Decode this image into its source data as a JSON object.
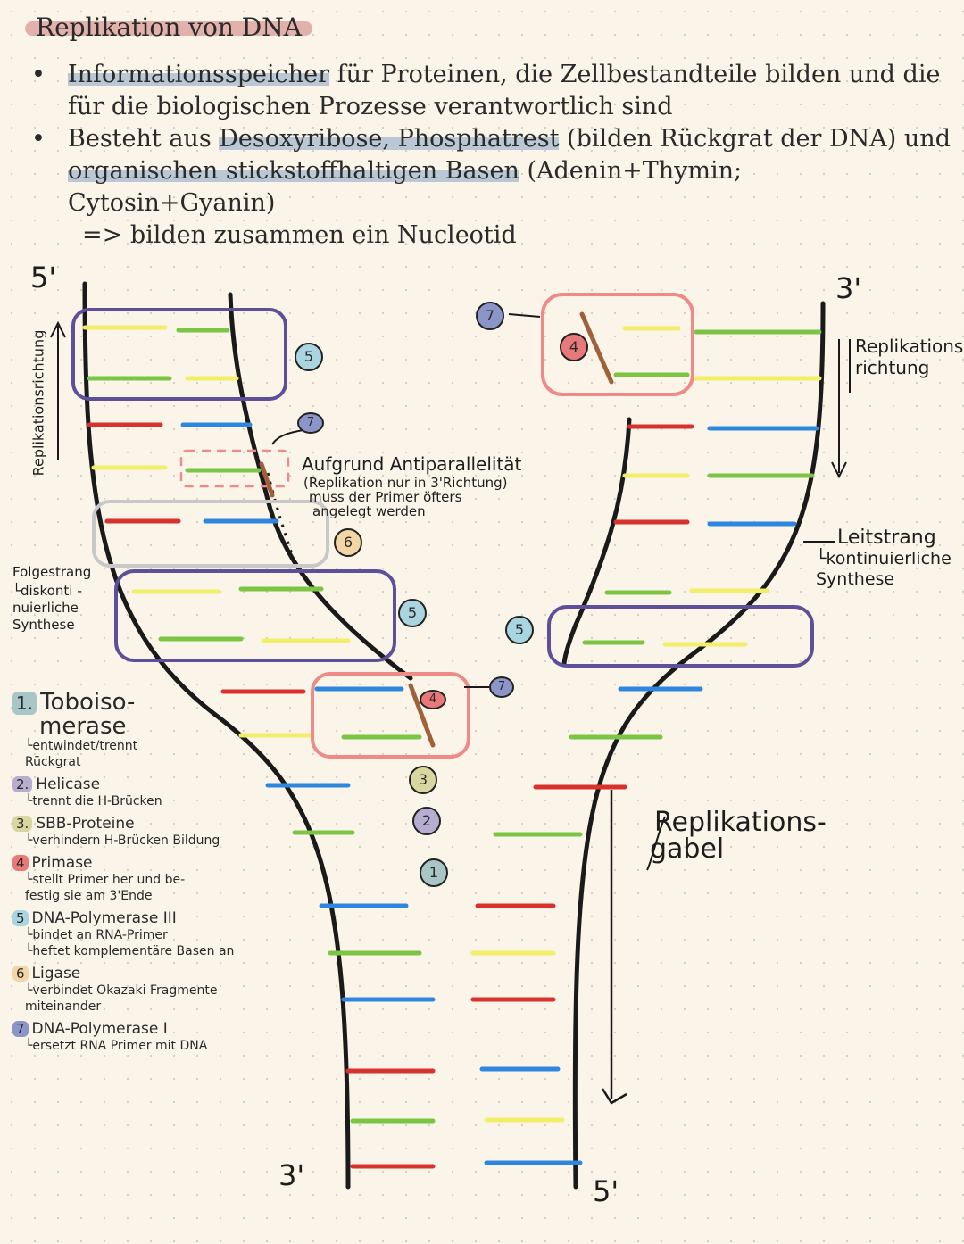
{
  "title": "Replikation von DNA",
  "bullets": [
    {
      "hl": "Informationsspeicher",
      "rest": " für Proteinen, die Zellbestandteile bilden und die für die biologischen Prozesse verantwortlich sind"
    },
    {
      "pre": "Besteht aus ",
      "hl1": "Desoxyribose, Phosphatrest",
      "mid": " (bilden Rückgrat der DNA) und ",
      "hl2": "organischen stickstoffhaltigen Basen",
      "post": " (Adenin+Thymin; Cytosin+Gyanin)"
    }
  ],
  "result": "=> bilden zusammen ein Nucleotid",
  "labels": {
    "five_prime_top": "5'",
    "three_prime_top": "3'",
    "three_prime_bottom": "3'",
    "five_prime_bottom": "5'",
    "replikationsrichtung_left": "Replikationsrichtung",
    "replikationsrichtung_right": "Replikations- richtung",
    "leitstrang": "Leitstrang",
    "leitstrang_desc1": "└kontinuierliche",
    "leitstrang_desc2": "Synthese",
    "folgestrang": "Folgestrang",
    "folgestrang_desc1": "└diskonti -",
    "folgestrang_desc2": "nuierliche",
    "folgestrang_desc3": "Synthese",
    "gabel1": "Replikations-",
    "gabel2": "gabel",
    "antipar1": "Aufgrund Antiparallelität",
    "antipar2": "(Replikation nur in 3'Richtung)",
    "antipar3": "muss der Primer öfters",
    "antipar4": "angelegt werden"
  },
  "legend": [
    {
      "num": "1.",
      "name": "Toboiso-",
      "name2": "merase",
      "desc": [
        "└entwindet/trennt",
        "Rückgrat"
      ],
      "color": "#a9c6c6"
    },
    {
      "num": "2.",
      "name": "Helicase",
      "desc": [
        "└trennt die H-Brücken"
      ],
      "color": "#b5aed1"
    },
    {
      "num": "3.",
      "name": "SBB-Proteine",
      "desc": [
        "└verhindern H-Brücken Bildung"
      ],
      "color": "#d8d7a0"
    },
    {
      "num": "4",
      "name": "Primase",
      "desc": [
        "└stellt Primer her und be-",
        "festig sie am 3'Ende"
      ],
      "color": "#e8787a"
    },
    {
      "num": "5",
      "name": "DNA-Polymerase III",
      "desc": [
        "└bindet an RNA-Primer",
        "└heftet komplementäre Basen an"
      ],
      "color": "#a9d5e0"
    },
    {
      "num": "6",
      "name": "Ligase",
      "desc": [
        "└verbindet Okazaki Fragmente",
        "miteinander"
      ],
      "color": "#f3d6a6"
    },
    {
      "num": "7",
      "name": "DNA-Polymerase I",
      "desc": [
        "└ersetzt RNA Primer mit DNA"
      ],
      "color": "#8c95c8"
    }
  ],
  "badges": [
    "1",
    "2",
    "3",
    "4",
    "4",
    "5",
    "5",
    "5",
    "5",
    "6",
    "7",
    "7",
    "7"
  ],
  "colors": {
    "yellow": "#f2ee6a",
    "green": "#7cc444",
    "red": "#d8322e",
    "blue": "#2f86de",
    "purple": "#5d4f9a",
    "pink": "#ee8a88",
    "grey": "#c8c8c8",
    "primer": "#a0603a"
  }
}
